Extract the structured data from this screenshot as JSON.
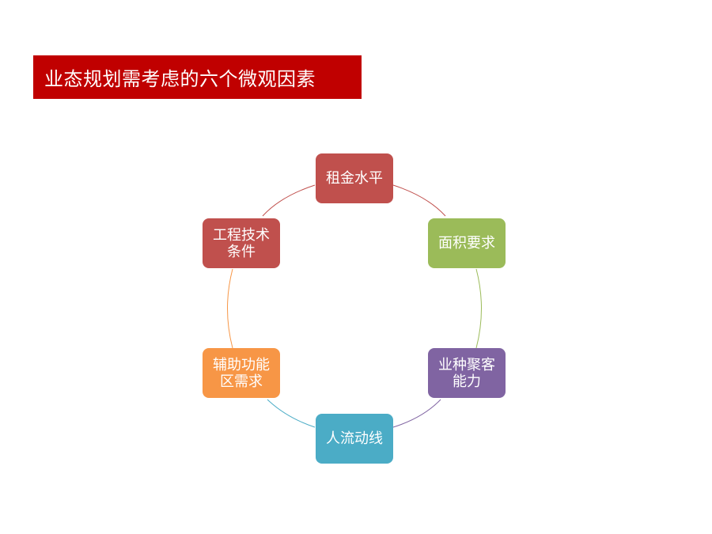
{
  "title": "业态规划需考虑的六个微观因素",
  "colors": {
    "title_bg": "#c00000",
    "rent": "#c0504d",
    "area": "#9bbb59",
    "gather": "#8064a2",
    "flow": "#4bacc6",
    "aux": "#f79646",
    "eng": "#c0504d"
  },
  "nodes": {
    "rent": [
      "租金水平"
    ],
    "area": [
      "面积要求"
    ],
    "gather": [
      "业种聚客",
      "能力"
    ],
    "flow": [
      "人流动线"
    ],
    "aux": [
      "辅助功能",
      "区需求"
    ],
    "eng": [
      "工程技术",
      "条件"
    ]
  }
}
